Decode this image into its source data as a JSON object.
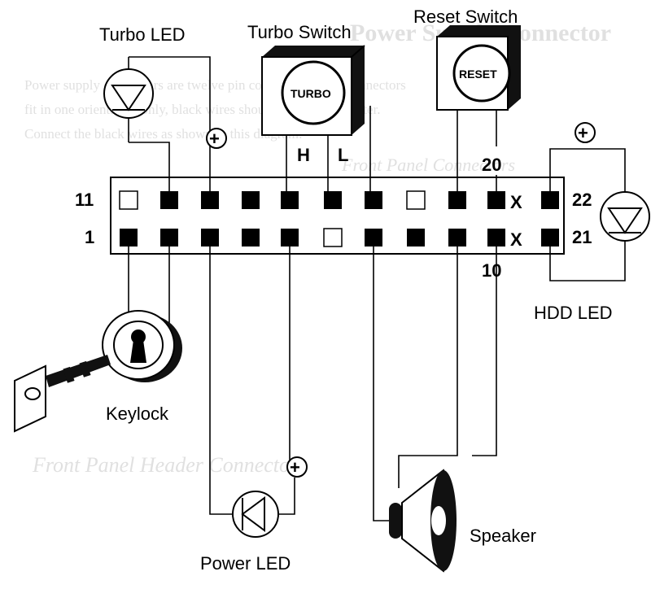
{
  "diagram": {
    "labels": {
      "turbo_led": "Turbo LED",
      "turbo_switch": "Turbo Switch",
      "reset_switch": "Reset Switch",
      "keylock": "Keylock",
      "power_led": "Power LED",
      "speaker": "Speaker",
      "hdd_led": "HDD LED"
    },
    "buttons": {
      "turbo": "TURBO",
      "reset": "RESET"
    },
    "pins": {
      "p11": "11",
      "p1": "1",
      "p20": "20",
      "p10": "10",
      "p22": "22",
      "p21": "21",
      "x": "X",
      "h": "H",
      "l": "L",
      "plus": "+"
    },
    "background_text": {
      "title": "Power Supply Connector",
      "line1": "Power supply connectors are twelve pin connectors. Dual connectors",
      "line2": "fit in one orientation only, black wires should meet in the center.",
      "line3": "Connect the black wires as shown in this diagram.",
      "heading2": "Front Panel Connectors",
      "footer": "Front Panel Header Connector"
    }
  }
}
